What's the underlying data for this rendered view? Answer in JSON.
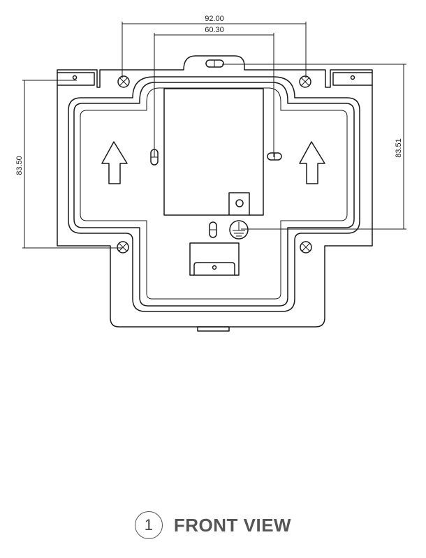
{
  "drawing": {
    "dimensions": {
      "outer_hole_spacing": "92.00",
      "inner_hole_spacing": "60.30",
      "left_height": "83.50",
      "right_height": "83.51"
    }
  },
  "caption": {
    "number": "1",
    "title": "FRONT VIEW"
  },
  "icons": [
    "up-arrow-icon",
    "ground-symbol-icon",
    "screw-hole-icon",
    "slot-icon"
  ]
}
